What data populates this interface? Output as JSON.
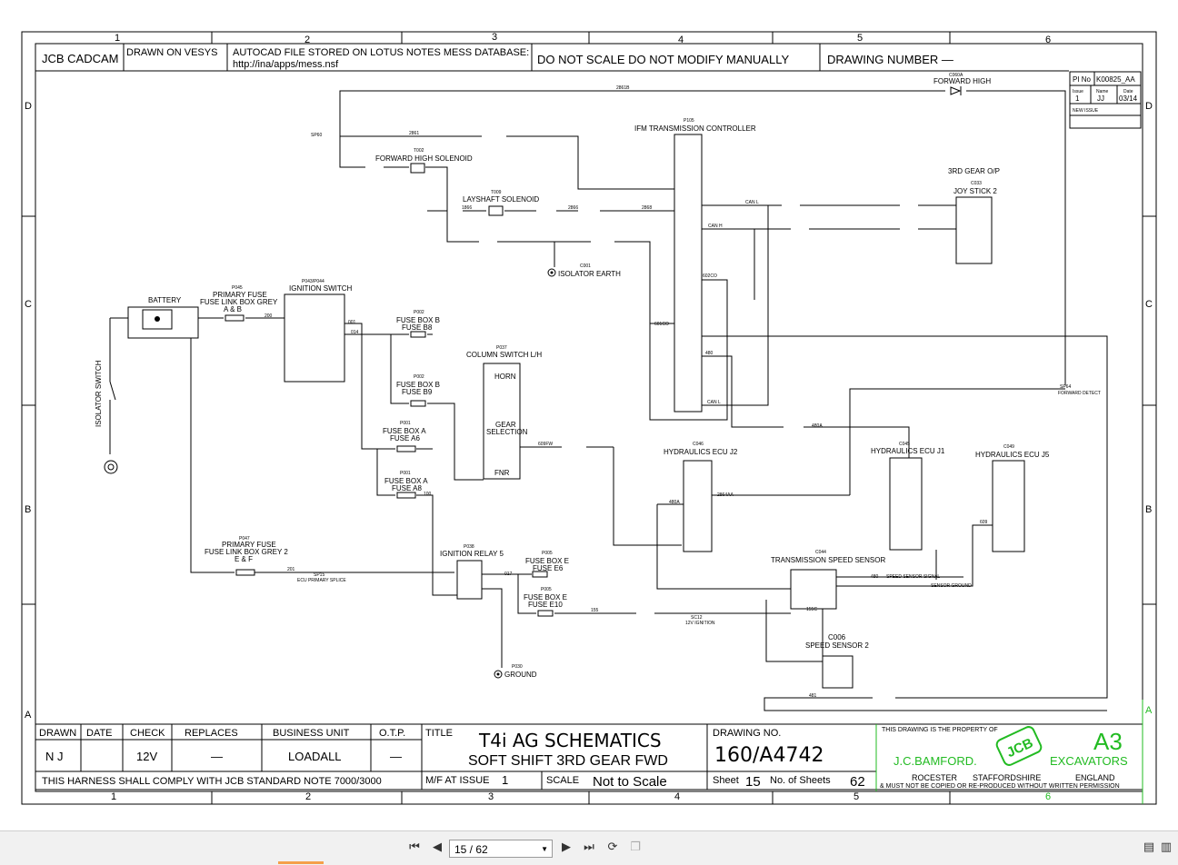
{
  "viewer": {
    "page_indicator": "15 / 62",
    "icons": [
      "first-page-icon",
      "prev-page-icon",
      "next-page-icon",
      "last-page-icon",
      "rotate-icon",
      "copy-icon",
      "single-page-view-icon",
      "two-page-view-icon"
    ]
  },
  "frame": {
    "columns": [
      "1",
      "2",
      "3",
      "4",
      "5",
      "6"
    ],
    "rows": [
      "D",
      "C",
      "B",
      "A"
    ]
  },
  "header": {
    "cadcam": "JCB CADCAM",
    "drawn_on": "DRAWN ON VESYS",
    "autocad_line1": "AUTOCAD FILE STORED ON LOTUS NOTES MESS DATABASE:",
    "autocad_line2": "http://ina/apps/mess.nsf",
    "do_not_scale": "DO NOT SCALE DO NOT MODIFY MANUALLY",
    "drawing_number": "DRAWING NUMBER  —"
  },
  "revision_box": {
    "pi_label": "PI No",
    "pi_value": "K00825_AA",
    "issue_label": "Issue",
    "name_label": "Name",
    "date_label": "Date",
    "issue_value": "1",
    "name_value": "JJ",
    "date_value": "03/14",
    "note": "NEW ISSUE"
  },
  "components": {
    "battery": "BATTERY",
    "isolator_switch": "ISOLATOR SWITCH",
    "p045_ref": "P045",
    "p045_l1": "PRIMARY FUSE",
    "p045_l2": "FUSE LINK BOX GREY",
    "p045_l3": "A & B",
    "ign_ref": "P043/P044",
    "ign_label": "IGNITION SWITCH",
    "fwd_high_ref": "C060A",
    "fwd_high": "FORWARD HIGH",
    "ifm_ref": "P105",
    "ifm": "IFM TRANSMISSION CONTROLLER",
    "fwd_sol_ref": "T002",
    "fwd_sol": "FORWARD HIGH SOLENOID",
    "lay_sol_ref": "T009",
    "lay_sol": "LAYSHAFT SOLENOID",
    "iso_earth_ref": "C001",
    "iso_earth": "ISOLATOR EARTH",
    "gear3": "3RD GEAR O/P",
    "joy_ref": "C033",
    "joy": "JOY STICK 2",
    "fb_b8_ref": "P002",
    "fb_b8_l1": "FUSE BOX B",
    "fb_b8_l2": "FUSE B8",
    "fb_b9_ref": "P002",
    "fb_b9_l1": "FUSE BOX B",
    "fb_b9_l2": "FUSE B9",
    "fb_a6_ref": "P001",
    "fb_a6_l1": "FUSE BOX A",
    "fb_a6_l2": "FUSE A6",
    "fb_a8_ref": "P001",
    "fb_a8_l1": "FUSE BOX A",
    "fb_a8_l2": "FUSE A8",
    "col_ref": "P037",
    "col": "COLUMN SWITCH L/H",
    "horn": "HORN",
    "gear_l1": "GEAR",
    "gear_l2": "SELECTION",
    "fnr": "FNR",
    "ecu_j2_ref": "C046",
    "ecu_j2": "HYDRAULICS ECU J2",
    "ecu_j1_ref": "C045",
    "ecu_j1": "HYDRAULICS ECU J1",
    "ecu_j5_ref": "C049",
    "ecu_j5": "HYDRAULICS ECU J5",
    "p047_ref": "P047",
    "p047_l1": "PRIMARY FUSE",
    "p047_l2": "FUSE LINK BOX GREY 2",
    "p047_l3": "E & F",
    "relay_ref": "P038",
    "relay": "IGNITION RELAY 5",
    "fb_e6_ref": "P005",
    "fb_e6_l1": "FUSE BOX E",
    "fb_e6_l2": "FUSE E6",
    "fb_e10_ref": "P005",
    "fb_e10_l1": "FUSE BOX E",
    "fb_e10_l2": "FUSE E10",
    "tss_ref": "C044",
    "tss": "TRANSMISSION SPEED SENSOR",
    "ss2_ref": "C006",
    "ss2": "SPEED SENSOR 2",
    "ground_ref": "P030",
    "ground": "GROUND",
    "sp64": "SP64",
    "sp64_sub": "FORWARD DETECT",
    "sp15": "SP15",
    "sp15_sub": "ECU PRIMARY SPLICE",
    "sc12": "SC12",
    "sc12_sub": "12V IGNITION"
  },
  "wire_labels": {
    "w2861b": "2861B",
    "w2861": "2861",
    "w200": "200",
    "w001": "001",
    "w014": "014",
    "w100": "100",
    "w201": "201",
    "w017": "017",
    "w155": "155",
    "w480": "480",
    "w480a": "480A",
    "w2864aa": "2864AA",
    "w601co": "601CO",
    "w602co": "602CO",
    "canl": "CAN L",
    "canh": "CAN H",
    "w481": "481",
    "w609": "609",
    "sensor_signal": "SPEED SENSOR SIGNAL",
    "sensor_ground": "SENSOR GROUND",
    "w1866": "1866",
    "w2866": "2866",
    "w2868": "2868",
    "w609fw": "609FW",
    "w155c": "155C"
  },
  "title_block": {
    "drawn_label": "DRAWN",
    "date_label": "DATE",
    "check_label": "CHECK",
    "replaces_label": "REPLACES",
    "bu_label": "BUSINESS UNIT",
    "otp_label": "O.T.P.",
    "drawn_value": "N J",
    "date_value": "",
    "check_value": "12V",
    "replaces_value": "—",
    "bu_value": "LOADALL",
    "otp_value": "—",
    "harness_note": "THIS HARNESS SHALL COMPLY WITH JCB STANDARD NOTE 7000/3000",
    "title_label": "TITLE",
    "title_line1": "T4i AG SCHEMATICS",
    "title_line2": "SOFT SHIFT 3RD GEAR FWD",
    "mf_label": "M/F AT ISSUE",
    "mf_value": "1",
    "scale_label": "SCALE",
    "scale_value": "Not to Scale",
    "drawing_no_label": "DRAWING NO.",
    "drawing_no": "160/A4742",
    "sheet_label": "Sheet",
    "sheet_value": "15",
    "of_sheets_label": "No. of Sheets",
    "of_sheets_value": "62",
    "property": "THIS DRAWING IS THE PROPERTY OF",
    "size": "A3",
    "company": "J.C.BAMFORD.",
    "logo": "JCB",
    "division": "EXCAVATORS",
    "loc1": "ROCESTER",
    "loc2": "STAFFORDSHIRE",
    "loc3": "ENGLAND",
    "warning": "& MUST NOT BE COPIED OR RE-PRODUCED WITHOUT WRITTEN PERMISSION"
  },
  "colors": {
    "ink": "#000000",
    "brand_green": "#22bb22",
    "progress": "#f5a04a"
  }
}
